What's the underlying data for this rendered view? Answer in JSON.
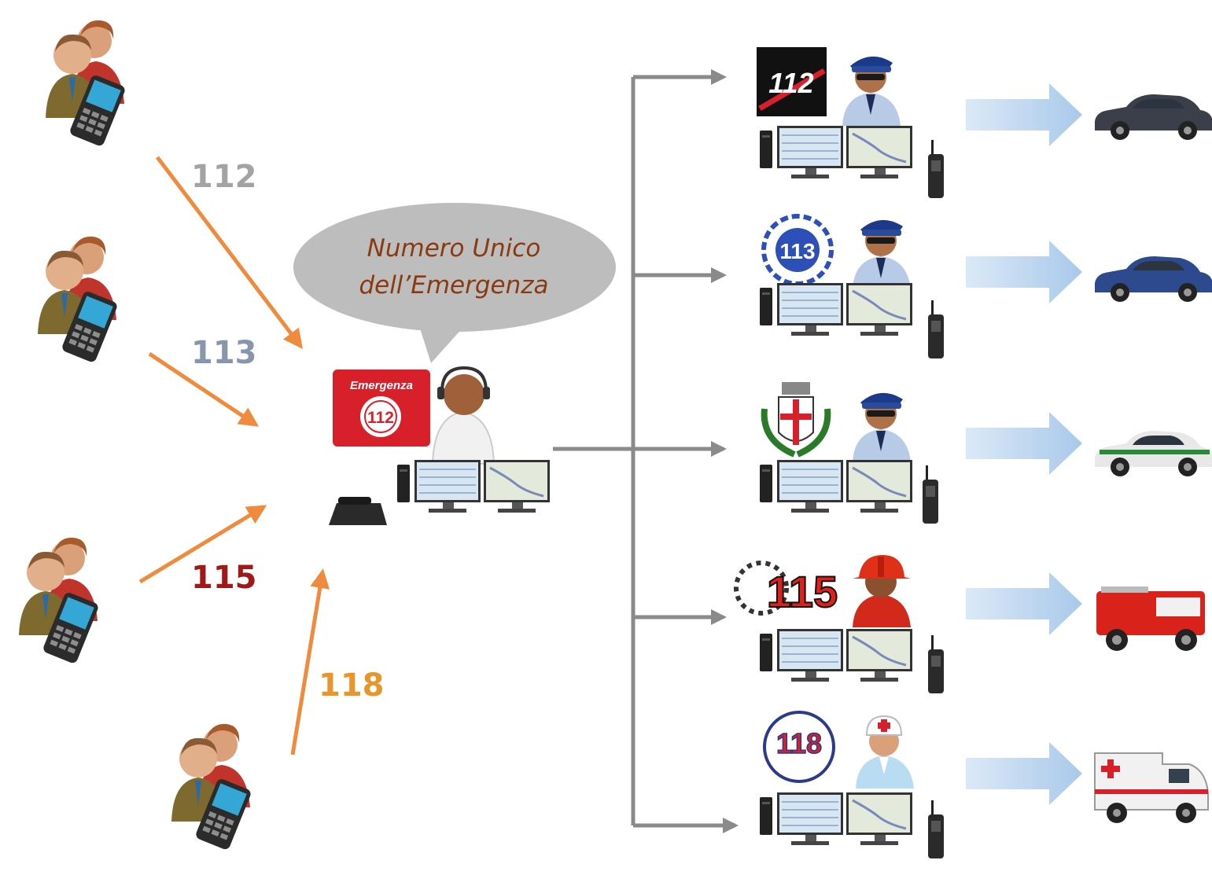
{
  "bubble": {
    "line1": "Numero Unico",
    "line2": "dell’Emergenza"
  },
  "central_badge": {
    "label": "Emergenza",
    "number": "112",
    "color": "#d7202a"
  },
  "callers": [
    {
      "number": "112",
      "color": "#a3a3a3"
    },
    {
      "number": "113",
      "color": "#8795ad"
    },
    {
      "number": "115",
      "color": "#a01818"
    },
    {
      "number": "118",
      "color": "#e8962c"
    }
  ],
  "agencies": [
    {
      "logo_text": "112",
      "operator": "carabinieri-operator",
      "vehicle": "carabinieri-car"
    },
    {
      "logo_text": "113",
      "operator": "police-operator",
      "vehicle": "police-car"
    },
    {
      "logo_text": "",
      "operator": "local-police-operator",
      "vehicle": "local-police-car"
    },
    {
      "logo_text": "115",
      "operator": "firefighter-operator",
      "vehicle": "fire-truck"
    },
    {
      "logo_text": "118",
      "operator": "medical-operator",
      "vehicle": "ambulance"
    }
  ],
  "colors": {
    "orange_arrow": "#f08a3c",
    "gray_connector": "#8a8a8a",
    "blue_arrow": "#bcd6ee",
    "bubble_fill": "#bdbdbd"
  }
}
